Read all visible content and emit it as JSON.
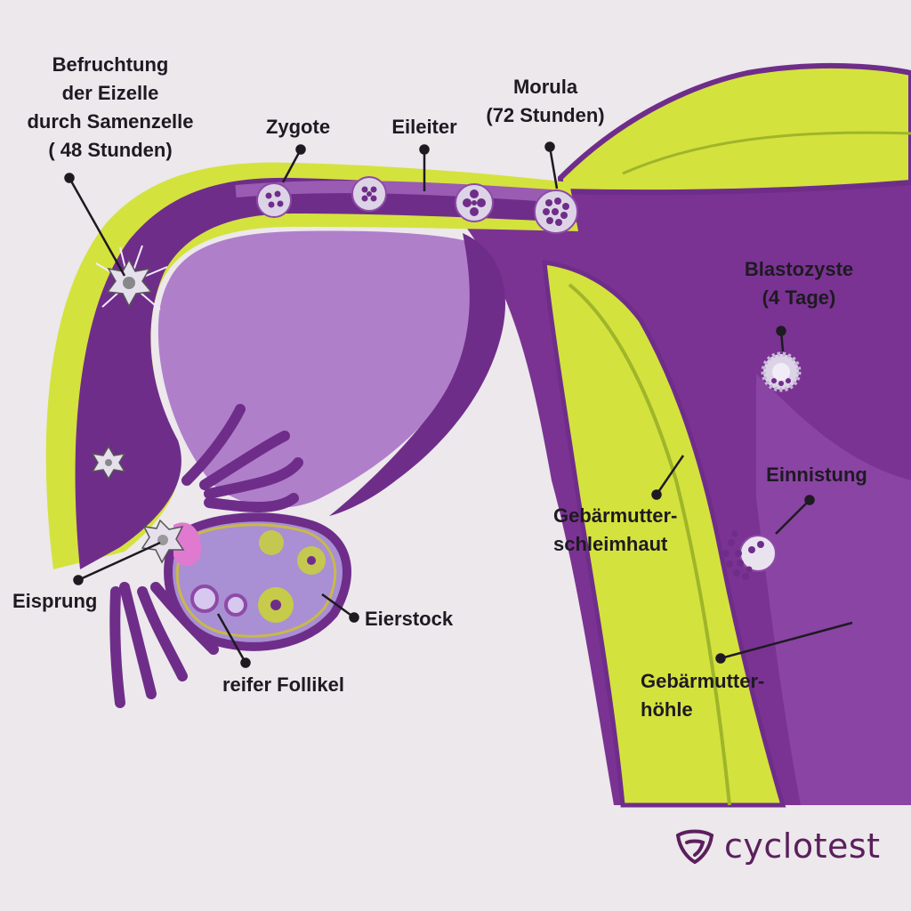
{
  "title": "Befruchtung und Einnistung",
  "colors": {
    "background": "#ece8ec",
    "tissue_dark": "#6f2d8a",
    "tissue_mid": "#8e4aa6",
    "tissue_light": "#b07fca",
    "mucosa": "#cfe03a",
    "ovary": "#a98fd4",
    "cell": "#dcd4e6",
    "text": "#1e1a22",
    "brand": "#5b1f5c"
  },
  "labels": {
    "befruchtung": [
      "Befruchtung",
      "der Eizelle",
      "durch Samenzelle",
      "( 48 Stunden)"
    ],
    "zygote": "Zygote",
    "eileiter": "Eileiter",
    "morula": [
      "Morula",
      "(72 Stunden)"
    ],
    "blastozyste": [
      "Blastozyste",
      "(4 Tage)"
    ],
    "einnistung": "Einnistung",
    "schleimhaut": [
      "Gebärmutter-",
      "schleimhaut"
    ],
    "hoehle": [
      "Gebärmutter-",
      "höhle"
    ],
    "eisprung": "Eisprung",
    "eierstock": "Eierstock",
    "follikel": "reifer Follikel"
  },
  "brand": {
    "name": "cyclotest",
    "logo_icon": "cyclotest-logo-icon"
  }
}
